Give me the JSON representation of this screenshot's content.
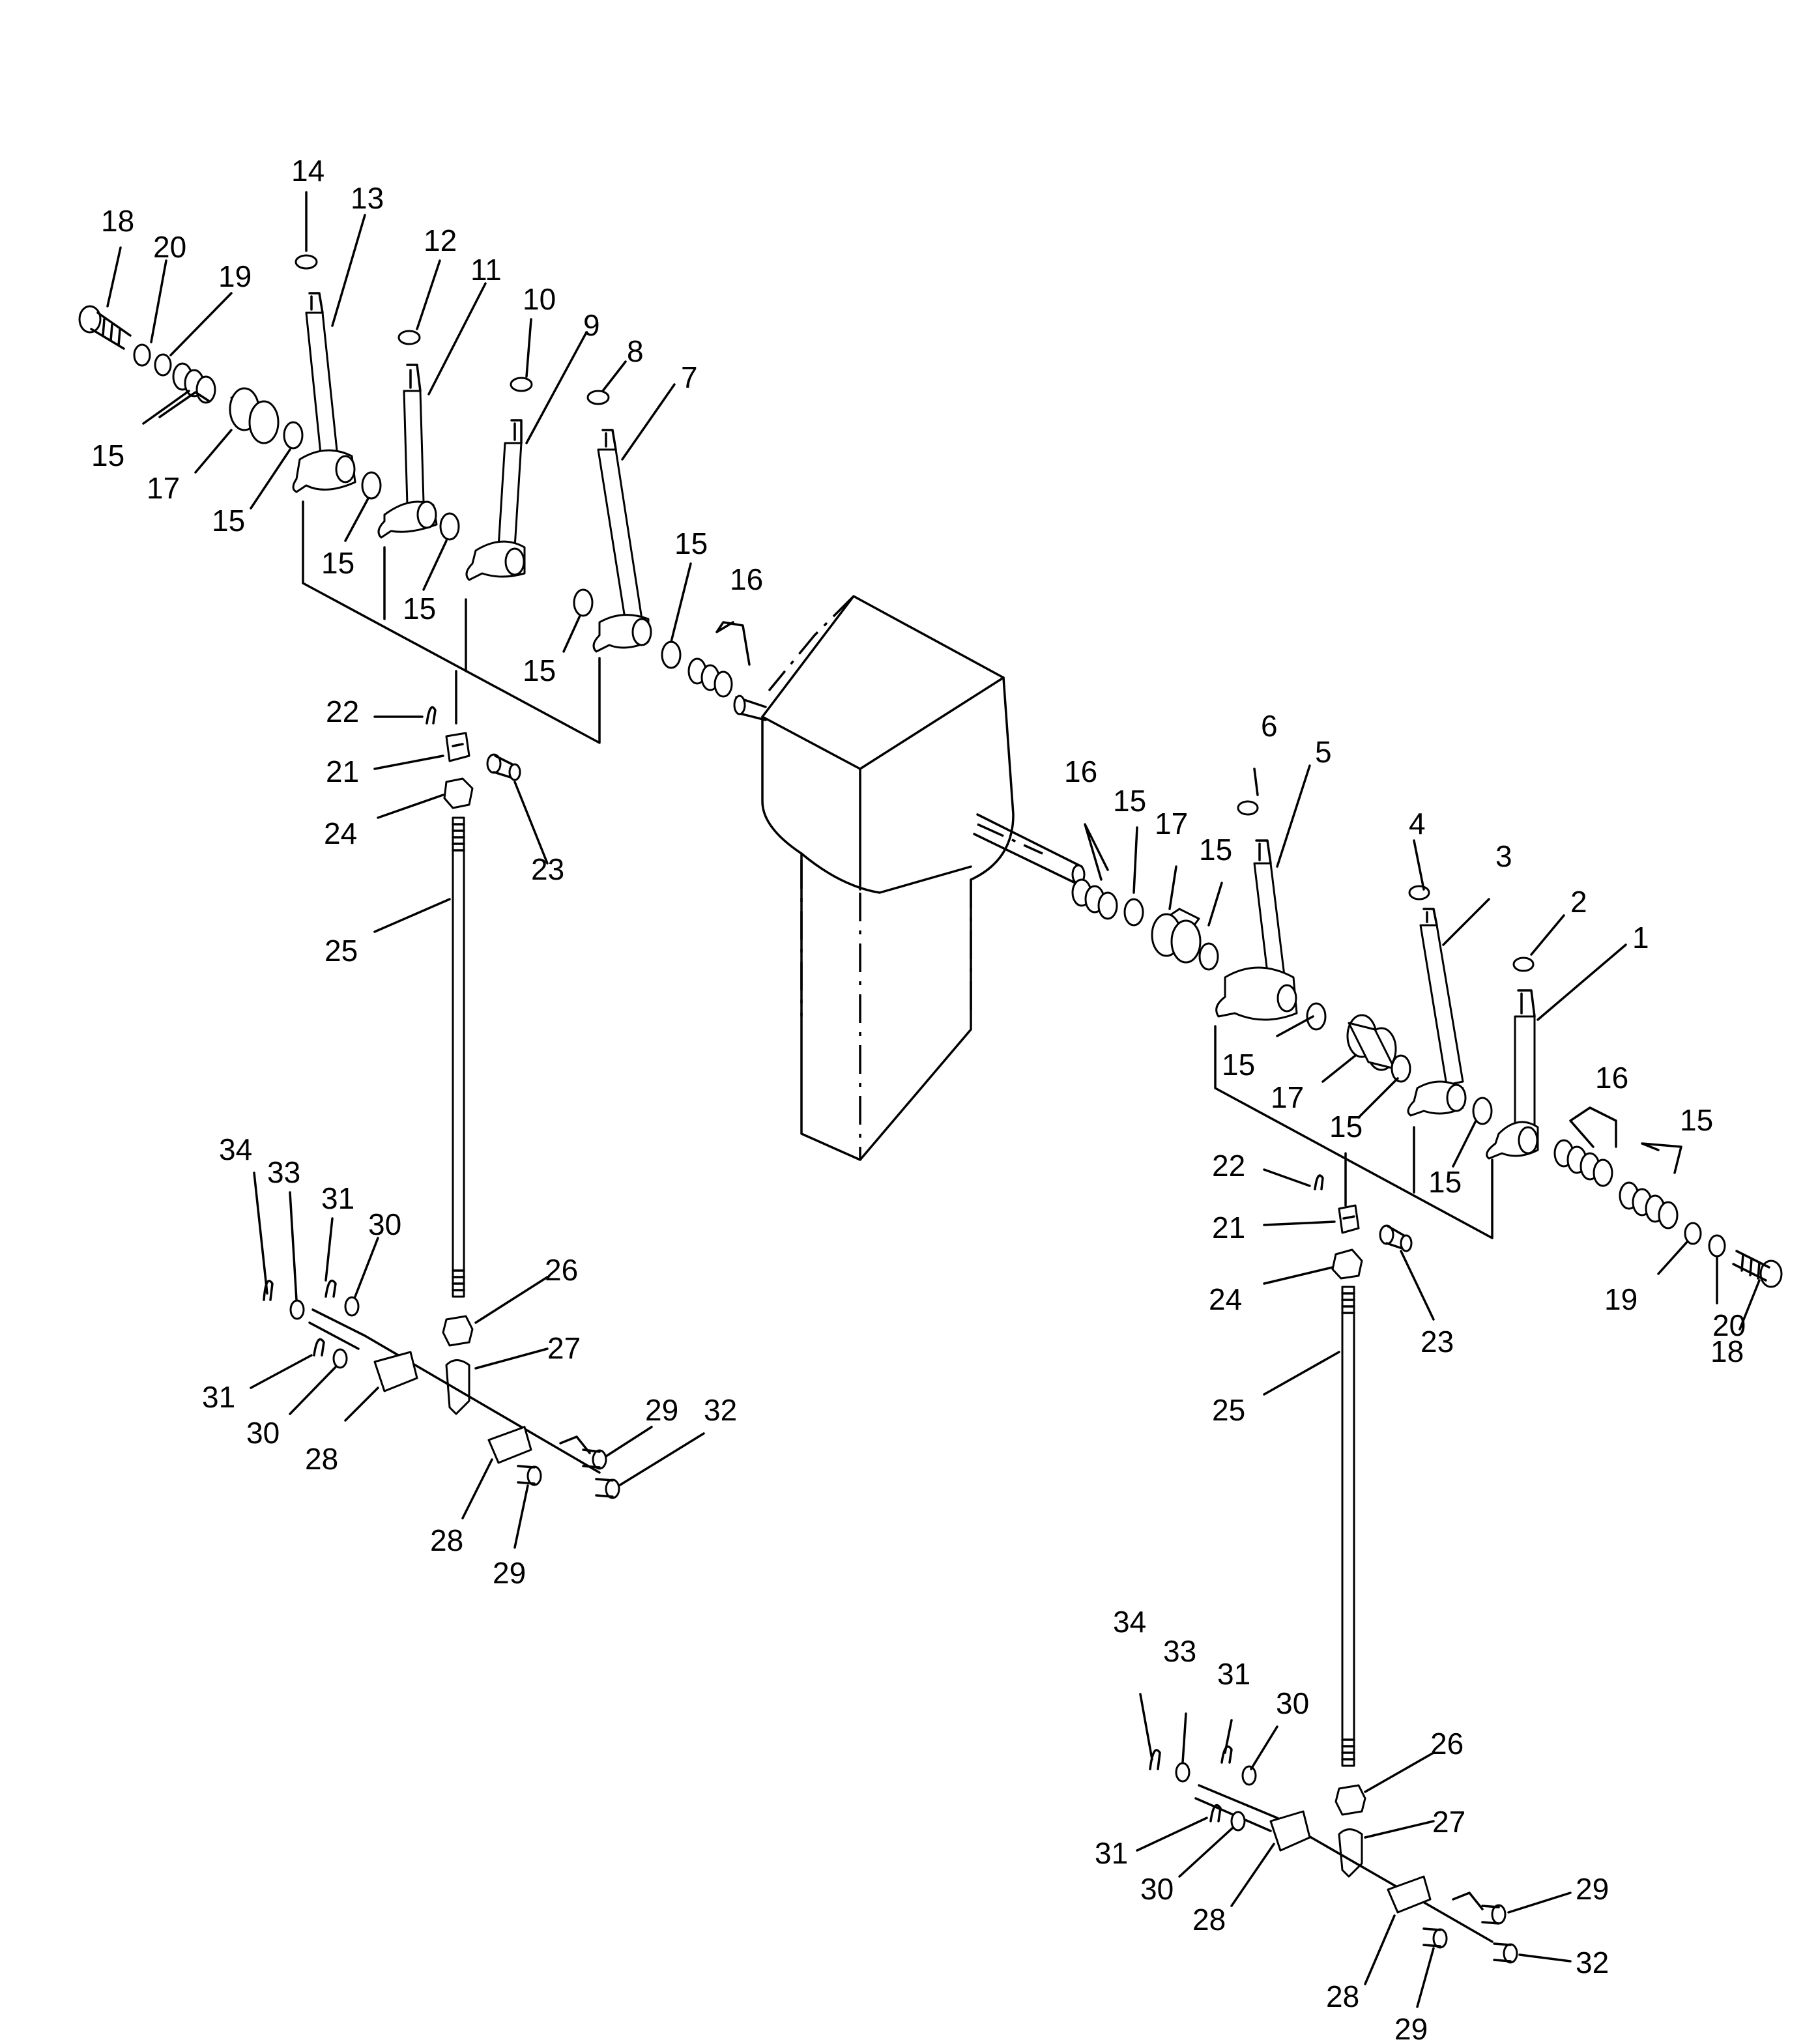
{
  "parts": {
    "1": "1",
    "2": "2",
    "3": "3",
    "4": "4",
    "5": "5",
    "6": "6",
    "7": "7",
    "8": "8",
    "9": "9",
    "10": "10",
    "11": "11",
    "12": "12",
    "13": "13",
    "14": "14",
    "15": "15",
    "16": "16",
    "17": "17",
    "18": "18",
    "19": "19",
    "20": "20",
    "21": "21",
    "22": "22",
    "23": "23",
    "24": "24",
    "25": "25",
    "26": "26",
    "27": "27",
    "28": "28",
    "29": "29",
    "30": "30",
    "31": "31",
    "32": "32",
    "33": "33",
    "34": "34"
  }
}
